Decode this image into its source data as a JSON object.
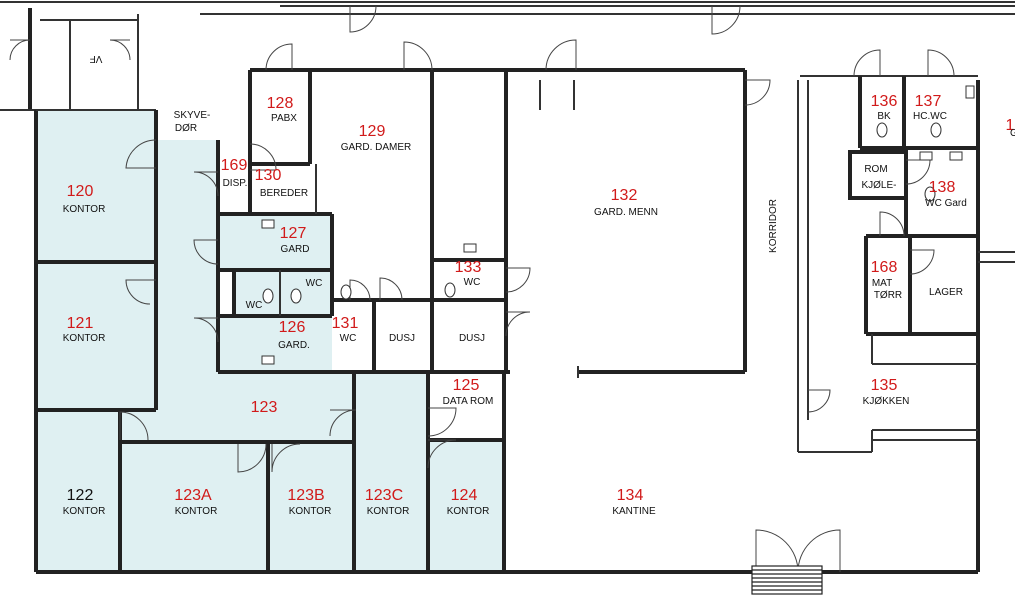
{
  "colors": {
    "office_fill": "#dff0f2",
    "wall": "#222222",
    "room_number": "#d11a1a"
  },
  "rooms": [
    {
      "id": "r120",
      "number": "120",
      "name": "KONTOR",
      "highlighted": true
    },
    {
      "id": "r121",
      "number": "121",
      "name": "KONTOR",
      "highlighted": true
    },
    {
      "id": "r122",
      "number": "122",
      "name": "KONTOR",
      "highlighted": true
    },
    {
      "id": "r123",
      "number": "123",
      "name": "",
      "highlighted": true
    },
    {
      "id": "r123a",
      "number": "123A",
      "name": "KONTOR",
      "highlighted": true
    },
    {
      "id": "r123b",
      "number": "123B",
      "name": "KONTOR",
      "highlighted": true
    },
    {
      "id": "r123c",
      "number": "123C",
      "name": "KONTOR",
      "highlighted": true
    },
    {
      "id": "r124",
      "number": "124",
      "name": "KONTOR",
      "highlighted": true
    },
    {
      "id": "r125",
      "number": "125",
      "name": "DATA ROM",
      "highlighted": false
    },
    {
      "id": "r126",
      "number": "126",
      "name": "GARD.",
      "highlighted": true
    },
    {
      "id": "r127",
      "number": "127",
      "name": "GARD",
      "highlighted": true
    },
    {
      "id": "r128",
      "number": "128",
      "name": "PABX",
      "highlighted": false
    },
    {
      "id": "r129",
      "number": "129",
      "name": "GARD. DAMER",
      "highlighted": false
    },
    {
      "id": "r130",
      "number": "130",
      "name": "BEREDER",
      "highlighted": false
    },
    {
      "id": "r131",
      "number": "131",
      "name": "WC",
      "highlighted": false
    },
    {
      "id": "r132",
      "number": "132",
      "name": "GARD. MENN",
      "highlighted": false
    },
    {
      "id": "r133",
      "number": "133",
      "name": "WC",
      "highlighted": false
    },
    {
      "id": "r134",
      "number": "134",
      "name": "KANTINE",
      "highlighted": false
    },
    {
      "id": "r135",
      "number": "135",
      "name": "KJØKKEN",
      "highlighted": false
    },
    {
      "id": "r136",
      "number": "136",
      "name": "BK",
      "highlighted": false
    },
    {
      "id": "r137",
      "number": "137",
      "name": "HC.WC",
      "highlighted": false
    },
    {
      "id": "r138",
      "number": "138",
      "name": "WC Gard",
      "highlighted": false
    },
    {
      "id": "r168",
      "number": "168",
      "name": "MAT TØRR",
      "highlighted": false
    },
    {
      "id": "r169",
      "number": "169",
      "name": "DISP.",
      "highlighted": false
    }
  ],
  "labels": {
    "skyvedor_line1": "SKYVE-",
    "skyvedor_line2": "DØR",
    "vf": "VF",
    "wc_small_1": "WC",
    "wc_small_2": "WC",
    "dusj_1": "DUSJ",
    "dusj_2": "DUSJ",
    "korridor": "KORRIDOR",
    "rom_kjole_1": "ROM",
    "rom_kjole_2": "KJØLE-",
    "lager": "LAGER",
    "mat_torr_1": "MAT",
    "mat_torr_2": "TØRR",
    "cut_number": "1",
    "cut_name": "GA"
  }
}
